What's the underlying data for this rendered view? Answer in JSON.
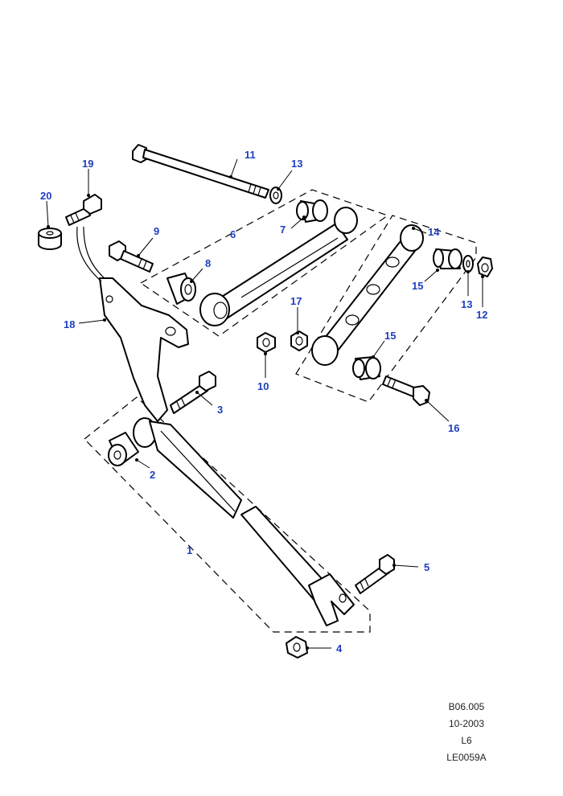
{
  "callouts": {
    "c1": "1",
    "c2": "2",
    "c3": "3",
    "c4": "4",
    "c5": "5",
    "c6": "6",
    "c7": "7",
    "c8": "8",
    "c9": "9",
    "c10": "10",
    "c11": "11",
    "c12": "12",
    "c13a": "13",
    "c13b": "13",
    "c14": "14",
    "c15a": "15",
    "c15b": "15",
    "c16": "16",
    "c17": "17",
    "c18": "18",
    "c19": "19",
    "c20": "20"
  },
  "reference": {
    "figure": "B06.005",
    "date": "10-2003",
    "variant": "L6",
    "code": "LE0059A"
  },
  "colors": {
    "callout": "#1f3fbf",
    "line": "#000000"
  }
}
